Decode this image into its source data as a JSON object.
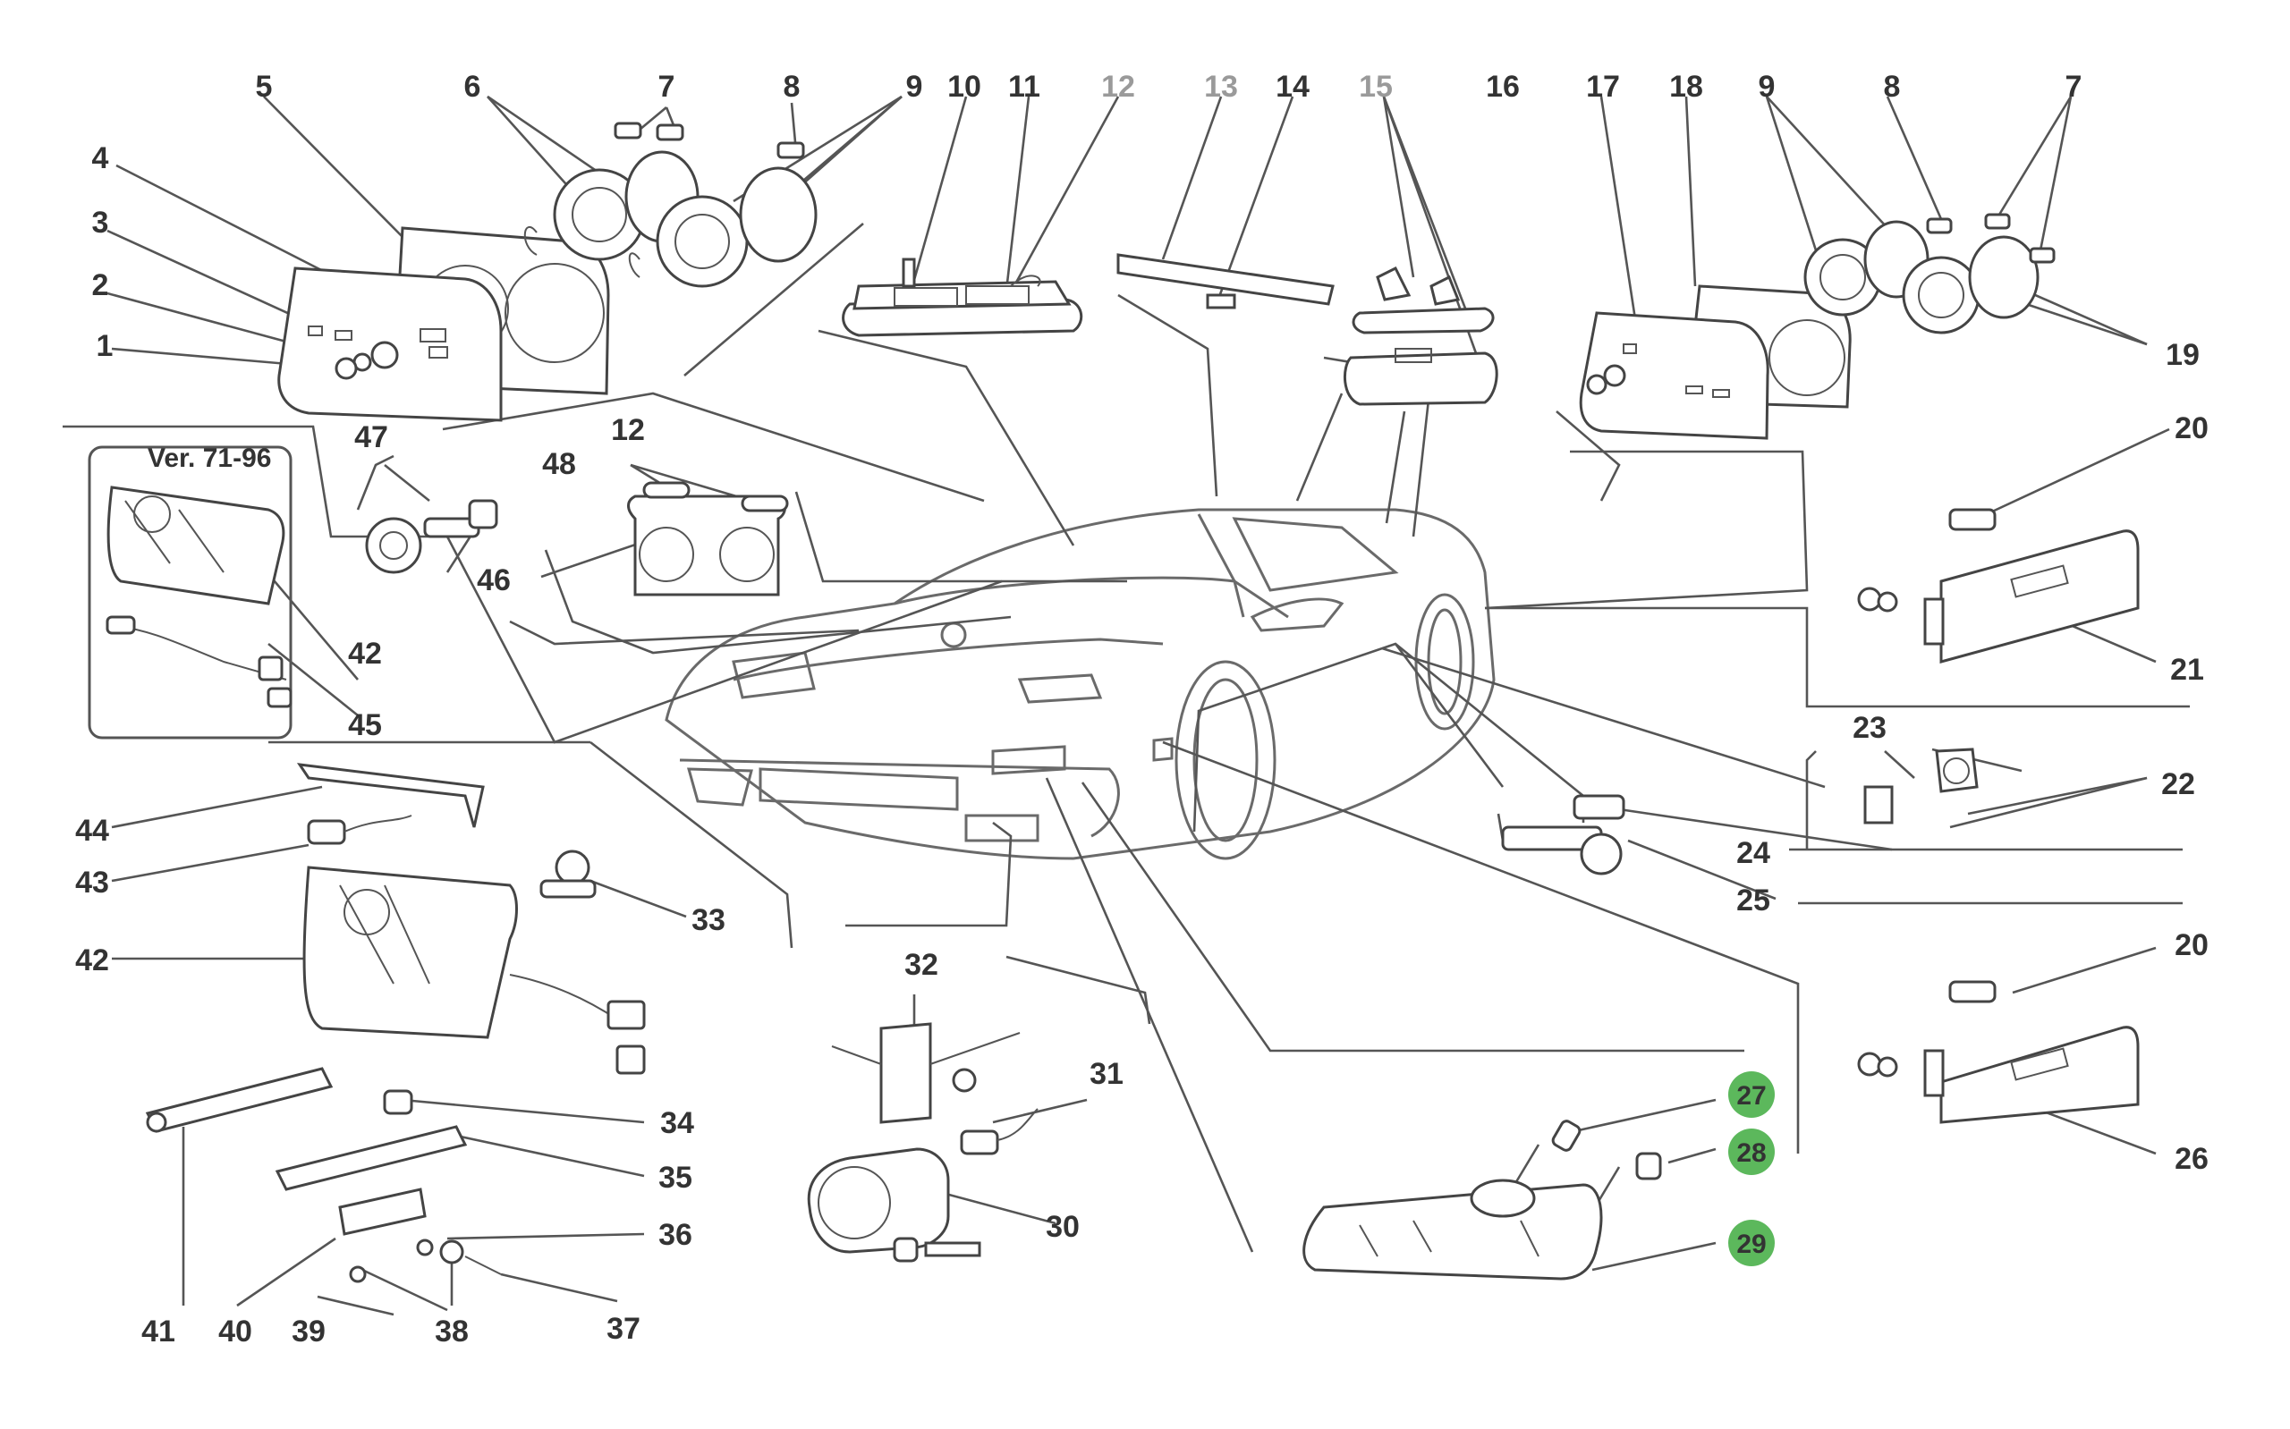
{
  "diagram": {
    "inset_label": "Ver. 71-96",
    "highlight_color": "#5cb85c",
    "labels": {
      "l1": "1",
      "l2": "2",
      "l3": "3",
      "l4": "4",
      "l5": "5",
      "l6": "6",
      "l7a": "7",
      "l8a": "8",
      "l9a": "9",
      "l10": "10",
      "l11": "11",
      "l12": "12",
      "l13": "13",
      "l14": "14",
      "l15": "15",
      "l16": "16",
      "l17": "17",
      "l18": "18",
      "l9b": "9",
      "l8b": "8",
      "l7b": "7",
      "l19": "19",
      "l20a": "20",
      "l21": "21",
      "l22": "22",
      "l23": "23",
      "l24": "24",
      "l25": "25",
      "l20b": "20",
      "l26": "26",
      "l27": "27",
      "l28": "28",
      "l29": "29",
      "l30": "30",
      "l31": "31",
      "l32": "32",
      "l33": "33",
      "l34": "34",
      "l35": "35",
      "l36": "36",
      "l37": "37",
      "l38": "38",
      "l39": "39",
      "l40": "40",
      "l41": "41",
      "l42a": "42",
      "l42b": "42",
      "l43": "43",
      "l44": "44",
      "l45": "45",
      "l46": "46",
      "l47": "47",
      "l48": "48"
    }
  }
}
